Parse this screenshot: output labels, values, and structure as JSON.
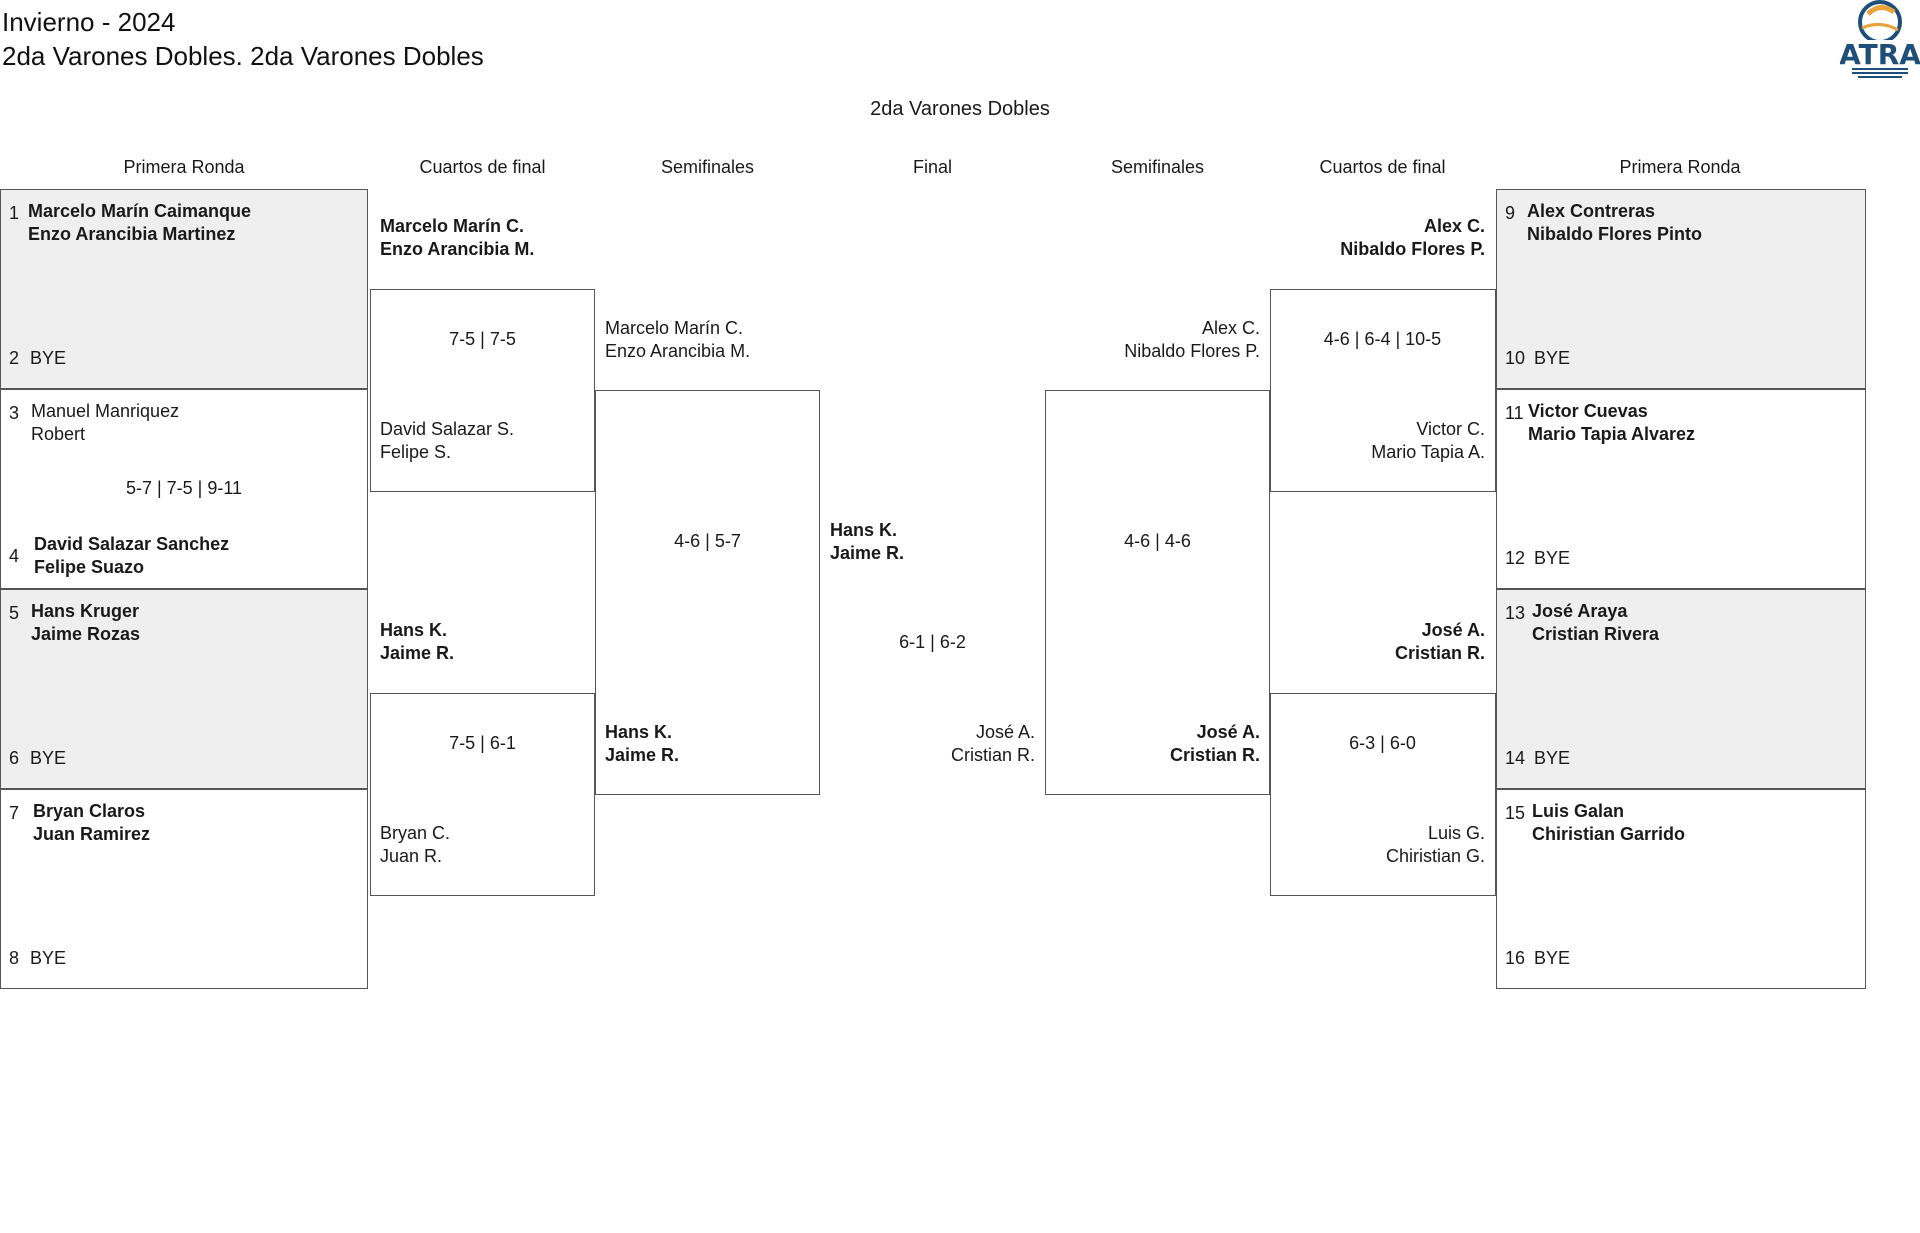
{
  "header": {
    "season": "Invierno - 2024",
    "category": "2da Varones Dobles. 2da Varones Dobles",
    "bracket_title": "2da Varones Dobles",
    "logo_text": "ATRA"
  },
  "columns": {
    "left_r1": "Primera Ronda",
    "left_qf": "Cuartos de final",
    "left_sf": "Semifinales",
    "final": "Final",
    "right_sf": "Semifinales",
    "right_qf": "Cuartos de final",
    "right_r1": "Primera Ronda"
  },
  "round1": [
    {
      "seed_a": "1",
      "a1": "Marcelo Marín Caimanque",
      "a2": "Enzo Arancibia Martinez",
      "seed_b": "2",
      "b1": "BYE",
      "b2": "",
      "score": ""
    },
    {
      "seed_a": "3",
      "a1": "Manuel Manriquez",
      "a2": "Robert",
      "seed_b": "4",
      "b1": "David Salazar Sanchez",
      "b2": "Felipe Suazo",
      "score": "5-7 | 7-5 | 9-11"
    },
    {
      "seed_a": "5",
      "a1": "Hans Kruger",
      "a2": "Jaime Rozas",
      "seed_b": "6",
      "b1": "BYE",
      "b2": "",
      "score": ""
    },
    {
      "seed_a": "7",
      "a1": "Bryan Claros",
      "a2": "Juan Ramirez",
      "seed_b": "8",
      "b1": "BYE",
      "b2": "",
      "score": ""
    },
    {
      "seed_a": "9",
      "a1": "Alex Contreras",
      "a2": "Nibaldo Flores Pinto",
      "seed_b": "10",
      "b1": "BYE",
      "b2": "",
      "score": ""
    },
    {
      "seed_a": "11",
      "a1": "Victor Cuevas",
      "a2": "Mario Tapia Alvarez",
      "seed_b": "12",
      "b1": "BYE",
      "b2": "",
      "score": ""
    },
    {
      "seed_a": "13",
      "a1": "José Araya",
      "a2": "Cristian Rivera",
      "seed_b": "14",
      "b1": "BYE",
      "b2": "",
      "score": ""
    },
    {
      "seed_a": "15",
      "a1": "Luis Galan",
      "a2": "Chiristian Garrido",
      "seed_b": "16",
      "b1": "BYE",
      "b2": "",
      "score": ""
    }
  ],
  "quarterfinals": [
    {
      "a1": "Marcelo Marín C.",
      "a2": "Enzo Arancibia M.",
      "b1": "David Salazar S.",
      "b2": "Felipe S.",
      "score": "7-5 | 7-5"
    },
    {
      "a1": "Hans K.",
      "a2": "Jaime R.",
      "b1": "Bryan C.",
      "b2": "Juan R.",
      "score": "7-5 | 6-1"
    },
    {
      "a1": "Alex C.",
      "a2": "Nibaldo Flores P.",
      "b1": "Victor C.",
      "b2": "Mario Tapia A.",
      "score": "4-6 | 6-4 | 10-5"
    },
    {
      "a1": "José A.",
      "a2": "Cristian R.",
      "b1": "Luis G.",
      "b2": "Chiristian G.",
      "score": "6-3 | 6-0"
    }
  ],
  "semifinals": [
    {
      "a1": "Marcelo Marín C.",
      "a2": "Enzo Arancibia M.",
      "b1": "Hans K.",
      "b2": "Jaime R.",
      "score": "4-6 | 5-7"
    },
    {
      "a1": "Alex C.",
      "a2": "Nibaldo Flores P.",
      "b1": "José A.",
      "b2": "Cristian R.",
      "score": "4-6 | 4-6"
    }
  ],
  "final": {
    "a1": "Hans K.",
    "a2": "Jaime R.",
    "b1": "José A.",
    "b2": "Cristian R.",
    "score": "6-1 | 6-2"
  }
}
